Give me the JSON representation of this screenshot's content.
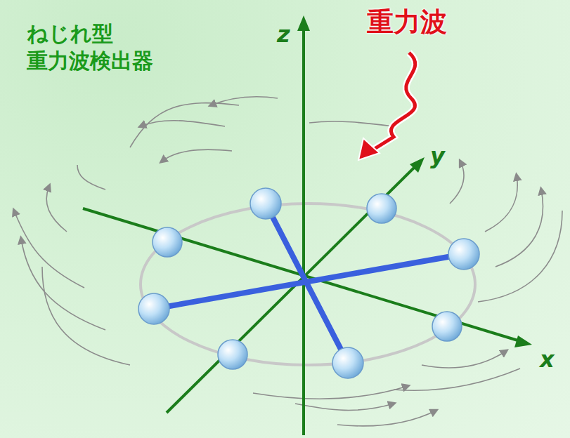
{
  "diagram": {
    "title": "ねじれ型 重力波検出器",
    "labels": [
      "重力波",
      "z",
      "y",
      "x"
    ]
  }
}
